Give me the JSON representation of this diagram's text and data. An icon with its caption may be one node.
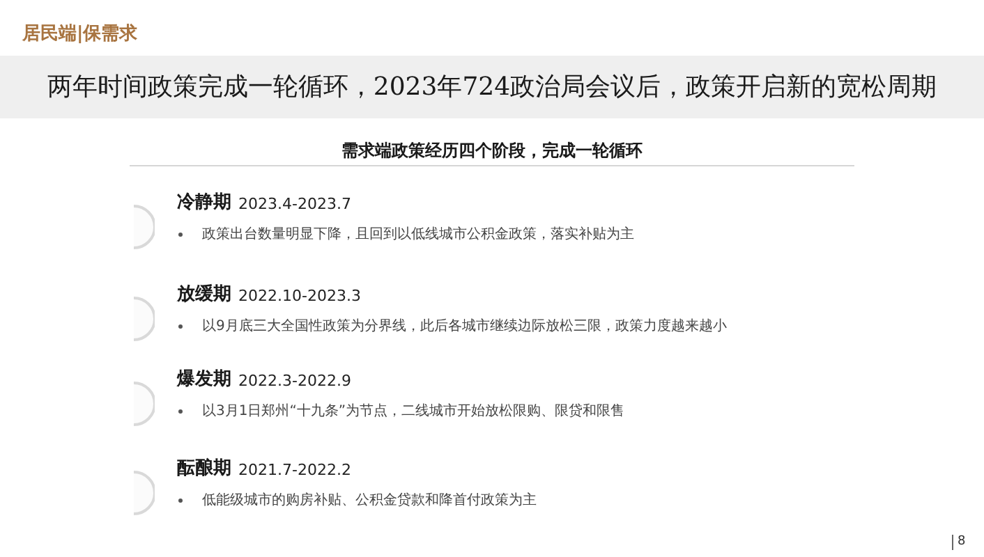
{
  "diagram": {
    "title": "两年时间政策完成一轮循环，2023年724政治局会议后，政策开启新的宽松周期",
    "nodes": [
      {
        "text": [
          "冷静期",
          "2023.4-2023.7",
          "政策出台数量明显下降，且回到以低线城市公积金政策，落实补贴为主"
        ]
      },
      {
        "text": [
          "放缓期",
          "2022.10-2023.3",
          "以9月底三大全国性政策为分界线，此后各城市继续边际放松三限，政策力度越来越小"
        ]
      },
      {
        "text": [
          "爆发期",
          "2022.3-2022.9",
          "以3月1日郑州“十九条”为节点，二线城市开始放松限购、限贷和限售"
        ]
      },
      {
        "text": [
          "酝酿期",
          "2021.7-2022.2",
          "低能级城市的购房补贴、公积金贷款和降首付政策为主"
        ]
      }
    ],
    "labels": [
      "居民端|保需求",
      "需求端政策经历四个阶段，完成一轮循环",
      "8"
    ]
  }
}
